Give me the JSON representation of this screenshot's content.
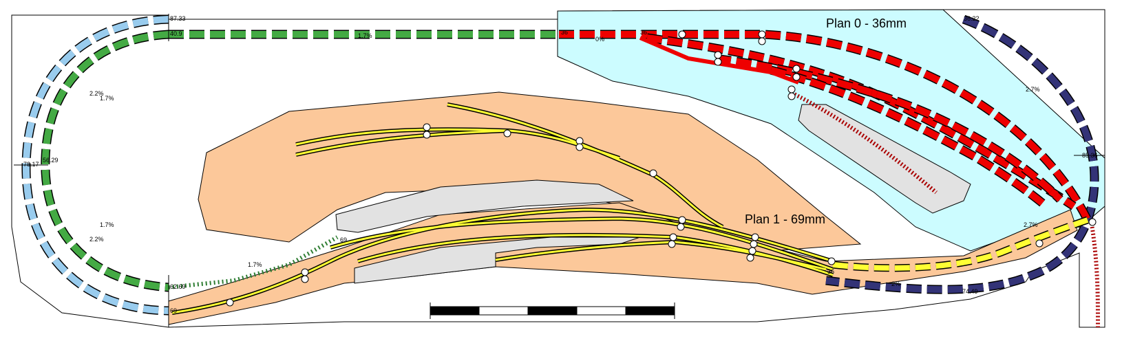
{
  "plans": {
    "upper": "Plan 0 - 36mm",
    "lower": "Plan 1 - 69mm"
  },
  "heights": {
    "h1": "87.33",
    "h2": "40.9",
    "h3": "36",
    "h4": "36",
    "h5": "36.22",
    "h6": "78.17",
    "h7": "56.29",
    "h8": "85.36",
    "h9": "62.69",
    "h10": "69",
    "h11": "69",
    "h12": "36",
    "h13": "74.49"
  },
  "grades": {
    "g1": "1.7%",
    "g2": "0%",
    "g3": "2.2%",
    "g4": "1.7%",
    "g5": "2.7%",
    "g6": "1.7%",
    "g7": "2.2%",
    "g8": "1.7%",
    "g9": "2.7%",
    "g10": "2%"
  },
  "colors": {
    "outline": "#000000",
    "upper_level_fill": "#ccfcff",
    "lower_level_fill": "#fcc89a",
    "platform_fill": "#e2e2e2",
    "track_yellow": "#ffff33",
    "track_red": "#ee0000",
    "track_green": "#44aa44",
    "track_lightblue": "#99ccee",
    "track_navy": "#333377"
  },
  "scale_bar": {
    "segments": 5
  }
}
